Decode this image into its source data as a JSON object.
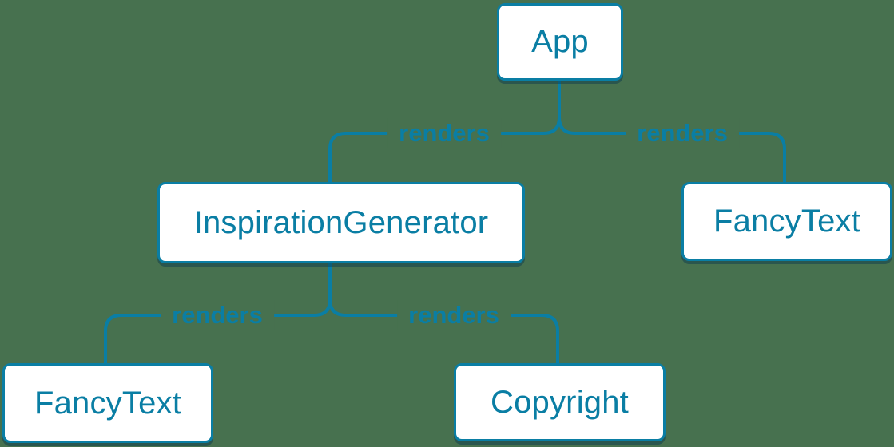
{
  "diagram": {
    "type": "component-render-tree",
    "background_color": "#47714f",
    "accent_color": "#0a7ea4",
    "node_fill_color": "#ffffff",
    "nodes": [
      {
        "id": "app",
        "label": "App"
      },
      {
        "id": "inspiration-generator",
        "label": "InspirationGenerator"
      },
      {
        "id": "fancy-text-top",
        "label": "FancyText"
      },
      {
        "id": "fancy-text-bottom",
        "label": "FancyText"
      },
      {
        "id": "copyright",
        "label": "Copyright"
      }
    ],
    "edges": [
      {
        "from": "App",
        "to": "InspirationGenerator",
        "label": "renders"
      },
      {
        "from": "App",
        "to": "FancyText",
        "label": "renders"
      },
      {
        "from": "InspirationGenerator",
        "to": "FancyText",
        "label": "renders"
      },
      {
        "from": "InspirationGenerator",
        "to": "Copyright",
        "label": "renders"
      }
    ]
  }
}
